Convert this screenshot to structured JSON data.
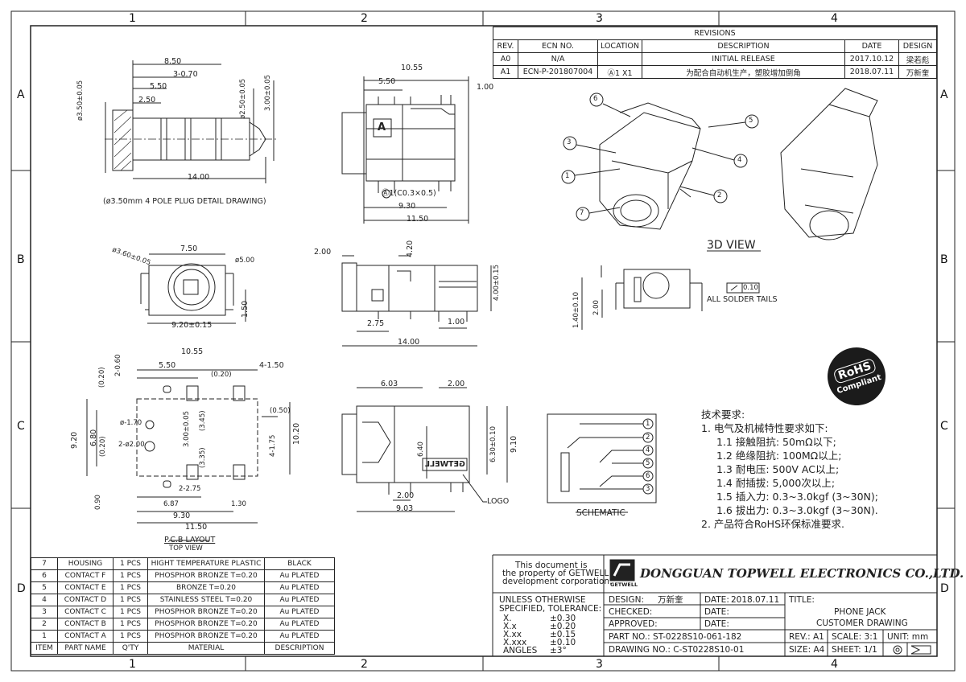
{
  "zones": {
    "top": [
      "1",
      "2",
      "3",
      "4"
    ],
    "side": [
      "A",
      "B",
      "C",
      "D"
    ]
  },
  "revisions": {
    "title": "REVISIONS",
    "headers": [
      "REV.",
      "ECN NO.",
      "LOCATION",
      "DESCRIPTION",
      "DATE",
      "DESIGN"
    ],
    "rows": [
      [
        "A0",
        "N/A",
        "",
        "INITIAL RELEASE",
        "2017.10.12",
        "梁若彪"
      ],
      [
        "A1",
        "ECN-P-201807004",
        "Ⓐ1 X1",
        "为配合自动机生产，塑胶增加倒角",
        "2018.07.11",
        "万新奎"
      ]
    ]
  },
  "plug": {
    "caption": "(ø3.50mm 4 POLE PLUG DETAIL DRAWING)",
    "dims": [
      "8.50",
      "3-0.70",
      "5.50",
      "2.50",
      "14.00",
      "ø3.50±0.05",
      "ø2.50±0.05",
      "3.00±0.05"
    ]
  },
  "top_view_dims": [
    "10.55",
    "5.50",
    "1.00",
    "9.30",
    "11.50",
    "Ⓐ1(C0.3×0.5)"
  ],
  "front_view_dims": [
    "7.50",
    "ø3.60±0.05",
    "ø5.00",
    "9.20±0.15",
    "1.50"
  ],
  "side_view_dims": [
    "2.00",
    "4.20",
    "4.00±0.15",
    "2.75",
    "1.00",
    "14.00"
  ],
  "right_view_dims": [
    "1.40±0.10",
    "2.00",
    "0.10",
    "ALL SOLDER TAILS"
  ],
  "view_3d": {
    "label": "3D VIEW",
    "callouts": [
      "1",
      "2",
      "3",
      "4",
      "5",
      "6",
      "7"
    ]
  },
  "pcb": {
    "caption": "P.C.B LAYOUT",
    "subcaption": "TOP VIEW",
    "dims": [
      "10.55",
      "5.50",
      "(0.20)",
      "2-0.60",
      "4-1.50",
      "(0.20)",
      "(0.50)",
      "ø-1.70",
      "3.00±0.05",
      "(3.45)",
      "2-ø2.00",
      "(3.35)",
      "9.20",
      "6.80",
      "(0.20)",
      "4-1.75",
      "10.20",
      "2-2.75",
      "6.87",
      "1.30",
      "0.90",
      "9.30",
      "11.50"
    ]
  },
  "bottom_view_dims": [
    "6.03",
    "2.00",
    "6.40",
    "6.30±0.10",
    "9.10",
    "2.00",
    "9.03",
    "LOGO"
  ],
  "logo_text": "GETWELL",
  "schematic": {
    "label": "SCHEMATIC",
    "pins": [
      "1",
      "2",
      "4",
      "5",
      "6",
      "3"
    ]
  },
  "requirements": {
    "title": "技术要求:",
    "lines": [
      "1.  电气及机械特性要求如下:",
      "1.1  接触阻抗: 50mΩ以下;",
      "1.2  绝缘阻抗: 100MΩ以上;",
      "1.3  耐电压: 500V  AC以上;",
      "1.4  耐插拔: 5,000次以上;",
      "1.5  插入力: 0.3~3.0kgf (3~30N);",
      "1.6  拔出力: 0.3~3.0kgf (3~30N).",
      "2.  产品符合RoHS环保标准要求."
    ]
  },
  "rohs": {
    "line1": "RoHS",
    "line2": "Compliant"
  },
  "bom": {
    "headers": [
      "ITEM",
      "PART NAME",
      "Q'TY",
      "MATERIAL",
      "DESCRIPTION"
    ],
    "rows": [
      [
        "7",
        "HOUSING",
        "1 PCS",
        "HIGHT TEMPERATURE PLASTIC",
        "BLACK"
      ],
      [
        "6",
        "CONTACT F",
        "1 PCS",
        "PHOSPHOR BRONZE T=0.20",
        "Au PLATED"
      ],
      [
        "5",
        "CONTACT E",
        "1 PCS",
        "BRONZE T=0.20",
        "Au PLATED"
      ],
      [
        "4",
        "CONTACT D",
        "1 PCS",
        "STAINLESS STEEL T=0.20",
        "Au PLATED"
      ],
      [
        "3",
        "CONTACT C",
        "1 PCS",
        "PHOSPHOR BRONZE T=0.20",
        "Au PLATED"
      ],
      [
        "2",
        "CONTACT B",
        "1 PCS",
        "PHOSPHOR BRONZE T=0.20",
        "Au PLATED"
      ],
      [
        "1",
        "CONTACT A",
        "1 PCS",
        "PHOSPHOR BRONZE T=0.20",
        "Au PLATED"
      ]
    ]
  },
  "title_block": {
    "property_note": [
      "This document is",
      "the property of GETWELL",
      "development corporation."
    ],
    "company": "DONGGUAN TOPWELL ELECTRONICS CO.,LTD.",
    "logo_word": "GETWELL",
    "tolerance_title": [
      "UNLESS OTHERWISE",
      "SPECIFIED, TOLERANCE:"
    ],
    "tolerances": [
      [
        "X.",
        "±0.30"
      ],
      [
        "X.x",
        "±0.20"
      ],
      [
        "X.xx",
        "±0.15"
      ],
      [
        "X.xxx",
        "±0.10"
      ],
      [
        "ANGLES",
        "±3°"
      ]
    ],
    "design_label": "DESIGN:",
    "design_value": "万新奎",
    "date_label": "DATE:",
    "design_date": "2018.07.11",
    "checked_label": "CHECKED:",
    "approved_label": "APPROVED:",
    "title_label": "TITLE:",
    "title_lines": [
      "PHONE JACK",
      "CUSTOMER DRAWING"
    ],
    "part_no": "PART NO.: ST-0228S10-061-182",
    "drawing_no": "DRAWING NO.: C-ST0228S10-01",
    "rev": "REV.: A1",
    "scale": "SCALE: 3:1",
    "unit": "UNIT: mm",
    "size": "SIZE: A4",
    "sheet": "SHEET: 1/1"
  }
}
